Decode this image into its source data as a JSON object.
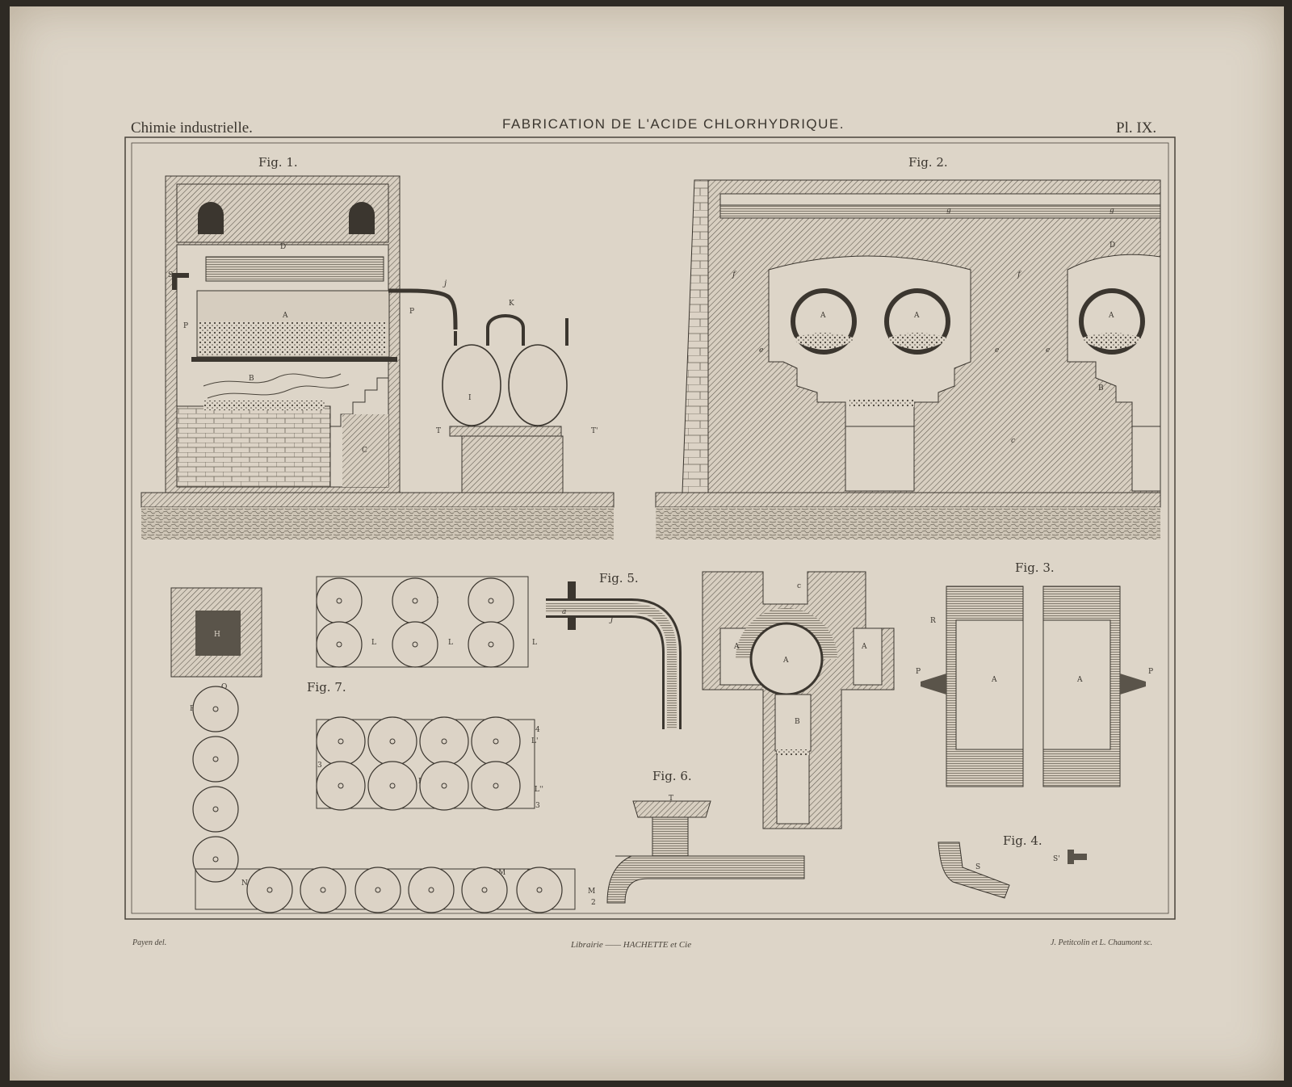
{
  "header": {
    "left": "Chimie industrielle.",
    "title": "FABRICATION DE L'ACIDE CHLORHYDRIQUE.",
    "right": "Pl. IX."
  },
  "figures": {
    "fig1": "Fig. 1.",
    "fig2": "Fig. 2.",
    "fig3": "Fig. 3.",
    "fig4": "Fig. 4.",
    "fig5": "Fig. 5.",
    "fig6": "Fig. 6.",
    "fig7": "Fig. 7."
  },
  "labels": {
    "A": "A",
    "B": "B",
    "C": "C",
    "D": "D",
    "H": "H",
    "I": "I",
    "K": "K",
    "L": "L",
    "M": "M",
    "N": "N",
    "O": "O",
    "P": "P",
    "R": "R",
    "S": "S",
    "T": "T",
    "Tp": "T'",
    "Sp": "S'",
    "Lp": "L'",
    "Lpp": "L''",
    "a": "a",
    "c": "c",
    "e": "e",
    "f": "f",
    "g": "g",
    "j": "j",
    "n1": "1",
    "n2": "2",
    "n3": "3",
    "n4": "4"
  },
  "credits": {
    "left": "Payen del.",
    "center": "Librairie —— HACHETTE et Cie",
    "right": "J. Petitcolin et L. Chaumont sc."
  }
}
